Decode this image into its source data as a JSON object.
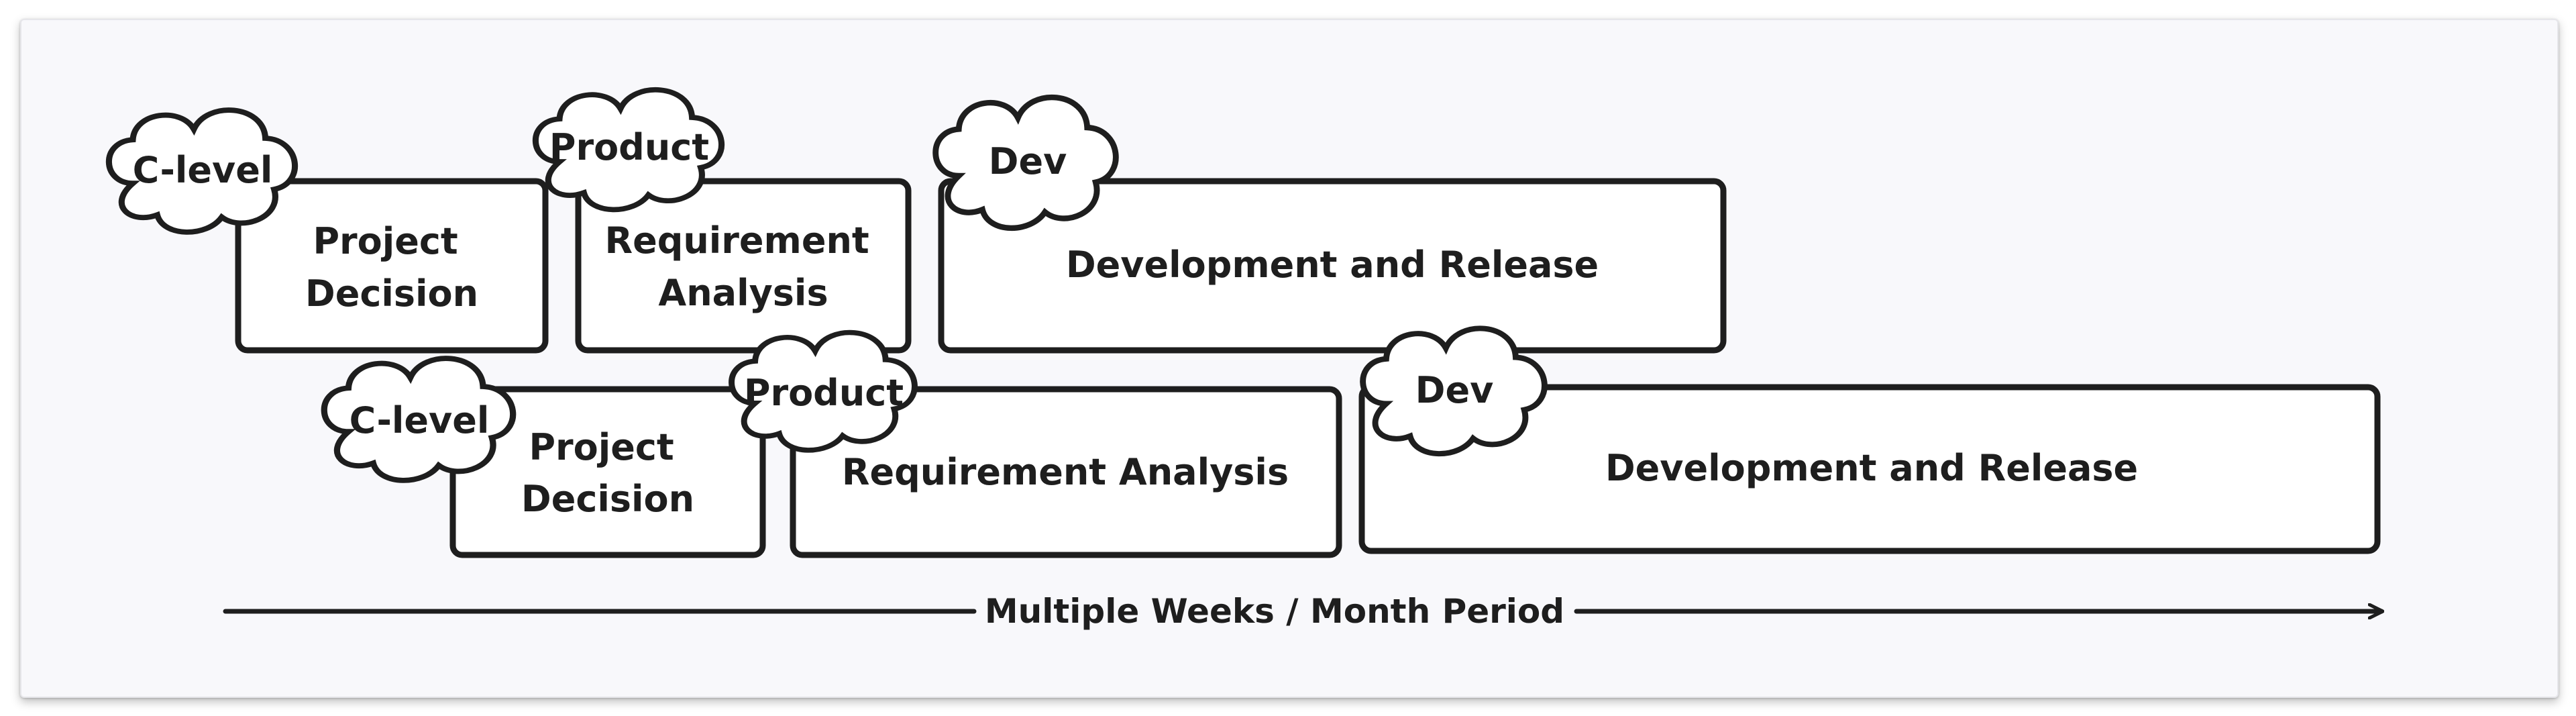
{
  "diagram": {
    "row1": {
      "stage1": {
        "owner": "C-level",
        "lines": [
          "Project",
          "Decision"
        ]
      },
      "stage2": {
        "owner": "Product",
        "lines": [
          "Requirement",
          "Analysis"
        ]
      },
      "stage3": {
        "owner": "Dev",
        "lines": [
          "Development and Release"
        ]
      }
    },
    "row2": {
      "stage1": {
        "owner": "C-level",
        "lines": [
          "Project",
          "Decision"
        ]
      },
      "stage2": {
        "owner": "Product",
        "lines": [
          "Requirement Analysis"
        ]
      },
      "stage3": {
        "owner": "Dev",
        "lines": [
          "Development and Release"
        ]
      }
    },
    "timeline": {
      "label": "Multiple Weeks / Month Period"
    }
  },
  "colors": {
    "stroke": "#1e1e1e",
    "fill": "#ffffff",
    "background": "#f8f8fb"
  }
}
